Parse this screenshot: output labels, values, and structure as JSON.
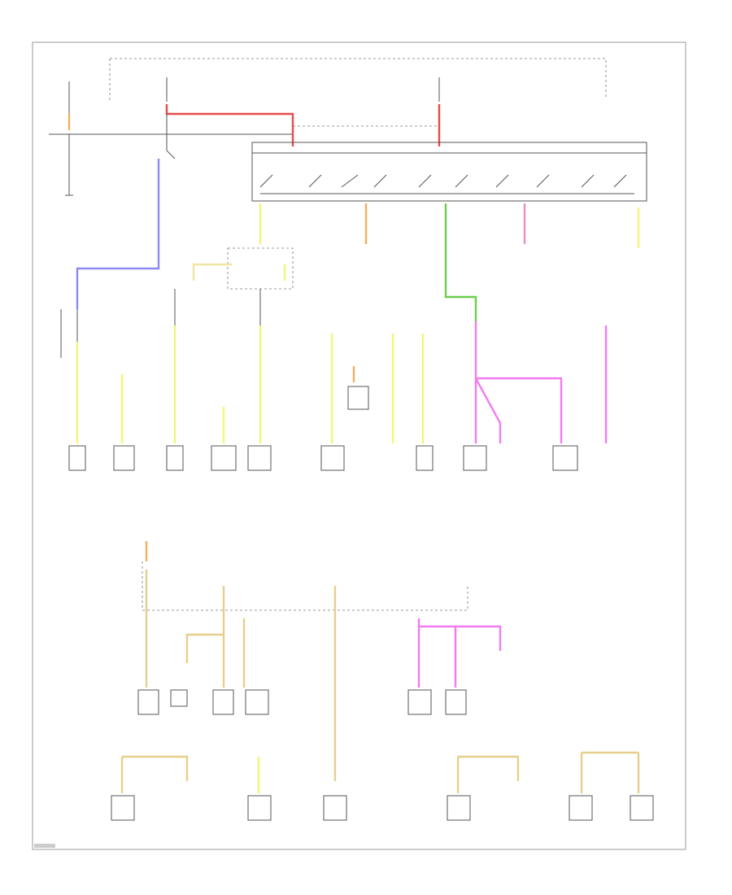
{
  "colors": {
    "red": "#e84a4a",
    "blue": "#8c8cf0",
    "yellow": "#f4f475",
    "green": "#6ccf4e",
    "pink": "#f08cc0",
    "magenta": "#f07cf0",
    "tan": "#e6cf8c",
    "orange": "#f0b060",
    "line": "#555555"
  },
  "components": [
    {
      "id": "c1",
      "label": "",
      "wire": "yellow"
    },
    {
      "id": "c2",
      "label": "",
      "wire": "yellow"
    },
    {
      "id": "c3",
      "label": "",
      "wire": "yellow"
    },
    {
      "id": "c4",
      "label": "",
      "wire": "yellow"
    },
    {
      "id": "c5",
      "label": "",
      "wire": "yellow"
    },
    {
      "id": "c6",
      "label": "",
      "wire": "yellow"
    },
    {
      "id": "c7",
      "label": "",
      "wire": "yellow"
    },
    {
      "id": "c8",
      "label": "",
      "wire": "yellow"
    },
    {
      "id": "c9",
      "label": "",
      "wire": "magenta"
    },
    {
      "id": "c10",
      "label": "",
      "wire": "magenta"
    },
    {
      "id": "c11",
      "label": "",
      "wire": "magenta"
    },
    {
      "id": "c12",
      "label": "",
      "wire": "magenta"
    }
  ]
}
